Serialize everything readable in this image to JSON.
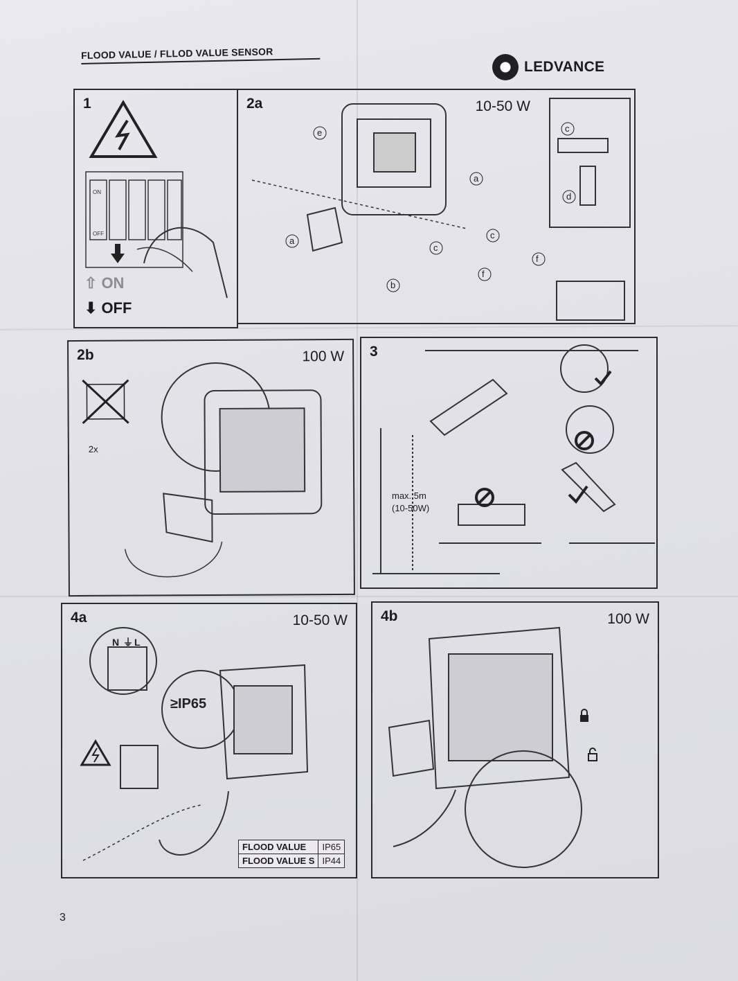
{
  "header": {
    "title": "FLOOD VALUE / FLLOD VALUE SENSOR",
    "brand": "LEDVANCE"
  },
  "panels": {
    "p1": {
      "step": "1",
      "on_label": "ON",
      "off_label": "OFF",
      "switch_on": "ON",
      "switch_off": "OFF"
    },
    "p2a": {
      "step": "2a",
      "watt": "10-50 W",
      "callouts": [
        "a",
        "b",
        "c",
        "d",
        "e",
        "f"
      ]
    },
    "p2b": {
      "step": "2b",
      "watt": "100 W",
      "qty": "2x"
    },
    "p3": {
      "step": "3",
      "height_note_1": "max. 5m",
      "height_note_2": "(10-50W)"
    },
    "p4a": {
      "step": "4a",
      "watt": "10-50 W",
      "ip": "≥IP65",
      "terminals": [
        "N",
        "⏚",
        "L"
      ],
      "table": [
        {
          "name": "FLOOD VALUE",
          "ip": "IP65"
        },
        {
          "name": "FLOOD VALUE S",
          "ip": "IP44"
        }
      ]
    },
    "p4b": {
      "step": "4b",
      "watt": "100 W"
    }
  },
  "page_number": "3",
  "icons": [
    "warning-icon",
    "arrow-down-icon",
    "arrow-up-icon",
    "lock-icon",
    "unlock-icon",
    "prohibited-icon",
    "check-icon"
  ],
  "colors": {
    "paper": "#e6e5ec",
    "ink": "#1b1b1f"
  }
}
